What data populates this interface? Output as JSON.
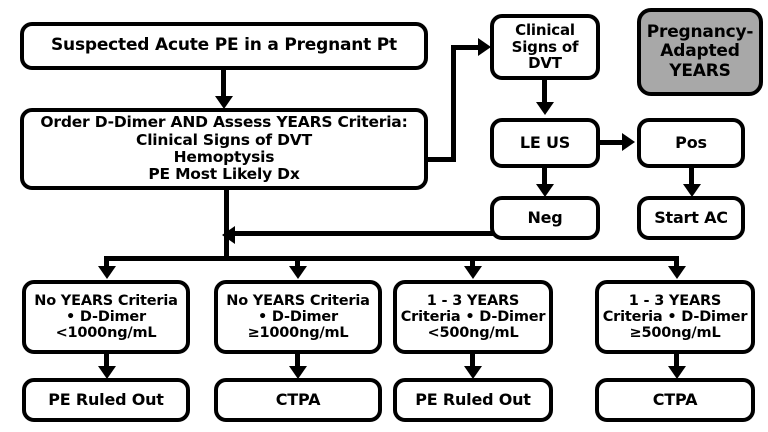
{
  "diagram": {
    "title": "Pregnancy-\nAdapted\nYEARS",
    "title_plain": "Pregnancy-Adapted YEARS",
    "colors": {
      "title_fill": "#a8a8a8",
      "box_fill": "#ffffff",
      "stroke": "#000000",
      "text": "#000000"
    },
    "nodes": {
      "suspected_pe": "Suspected Acute PE in a Pregnant Pt",
      "order_ddimer": "Order D-Dimer AND Assess YEARS Criteria:\nClinical Signs of DVT\nHemoptysis\nPE Most Likely Dx",
      "clinical_signs_dvt": "Clinical\nSigns of\nDVT",
      "le_us": "LE US",
      "pos": "Pos",
      "neg": "Neg",
      "start_ac": "Start AC",
      "branch_1": "No YEARS Criteria\n• D-Dimer\n<1000ng/mL",
      "branch_2": "No YEARS Criteria\n• D-Dimer\n≥1000ng/mL",
      "branch_3": "1 - 3 YEARS\nCriteria • D-Dimer\n<500ng/mL",
      "branch_4": "1 - 3 YEARS\nCriteria • D-Dimer\n≥500ng/mL",
      "outcome_1": "PE Ruled Out",
      "outcome_2": "CTPA",
      "outcome_3": "PE Ruled Out",
      "outcome_4": "CTPA"
    }
  }
}
